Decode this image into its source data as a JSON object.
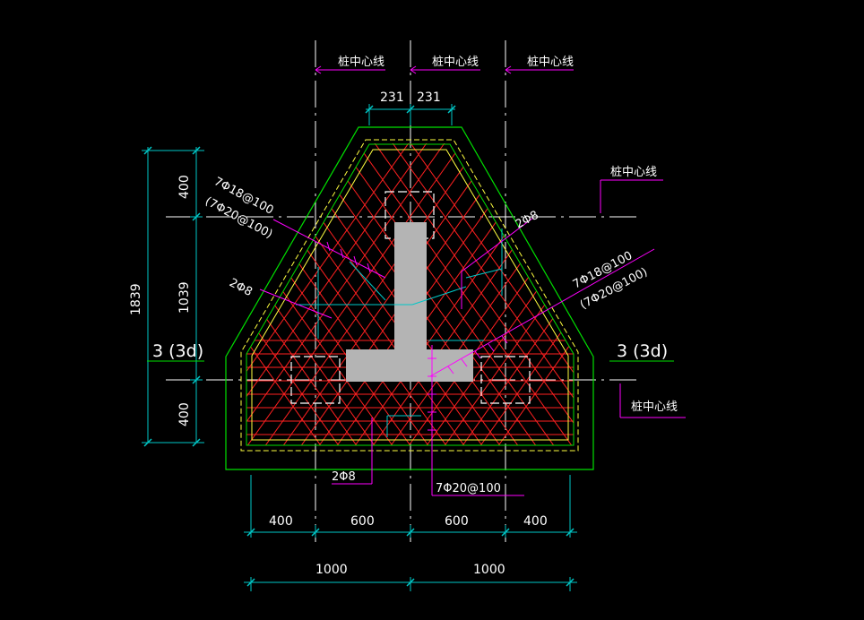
{
  "labels": {
    "pile_center": "桩中心线",
    "rebar_top_left_1": "7Φ18@100",
    "rebar_top_left_2": "(7Φ20@100)",
    "rebar_right_1": "7Φ18@100",
    "rebar_right_2": "(7Φ20@100)",
    "stirrup_left": "2Φ8",
    "stirrup_right": "2Φ8",
    "stirrup_bottom": "2Φ8",
    "rebar_bottom": "7Φ20@100",
    "section_left": "3 (3d)",
    "section_right": "3 (3d)"
  },
  "dimensions": {
    "top_left": "231",
    "top_right": "231",
    "left_total": "1839",
    "left_top": "400",
    "left_mid": "1039",
    "left_bottom": "400",
    "bottom_1": "400",
    "bottom_2": "600",
    "bottom_3": "600",
    "bottom_4": "400",
    "bottom_total_left": "1000",
    "bottom_total_right": "1000"
  },
  "colors": {
    "outline": "#00e000",
    "rebar": "#ff2020",
    "dimension": "#00c8c8",
    "leader": "#ff00ff",
    "column": "#b4b4b4",
    "background": "#000000"
  }
}
